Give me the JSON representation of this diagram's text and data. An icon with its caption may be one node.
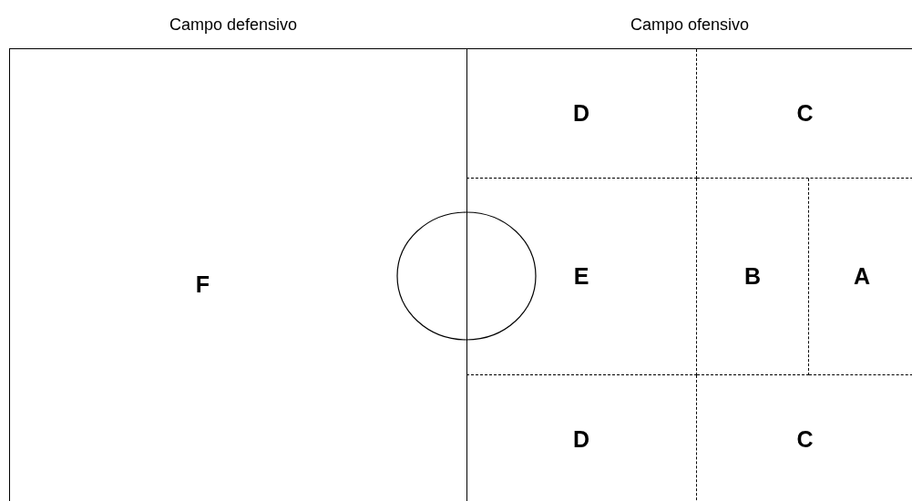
{
  "diagram": {
    "nodes": [
      {
        "text": [
          "Campo defensivo",
          "F"
        ]
      },
      {
        "text": [
          "Campo ofensivo"
        ]
      },
      {
        "text": [
          "D"
        ],
        "in": 1
      },
      {
        "text": [
          "C"
        ],
        "in": 1
      },
      {
        "text": [
          "E"
        ],
        "in": 1
      },
      {
        "text": [
          "B"
        ],
        "in": 1
      },
      {
        "text": [
          "A"
        ],
        "in": 1
      },
      {
        "text": [
          "D"
        ],
        "in": 1
      },
      {
        "text": [
          "C"
        ],
        "in": 1
      },
      {
        "text": [],
        "shape": "circle"
      }
    ]
  }
}
